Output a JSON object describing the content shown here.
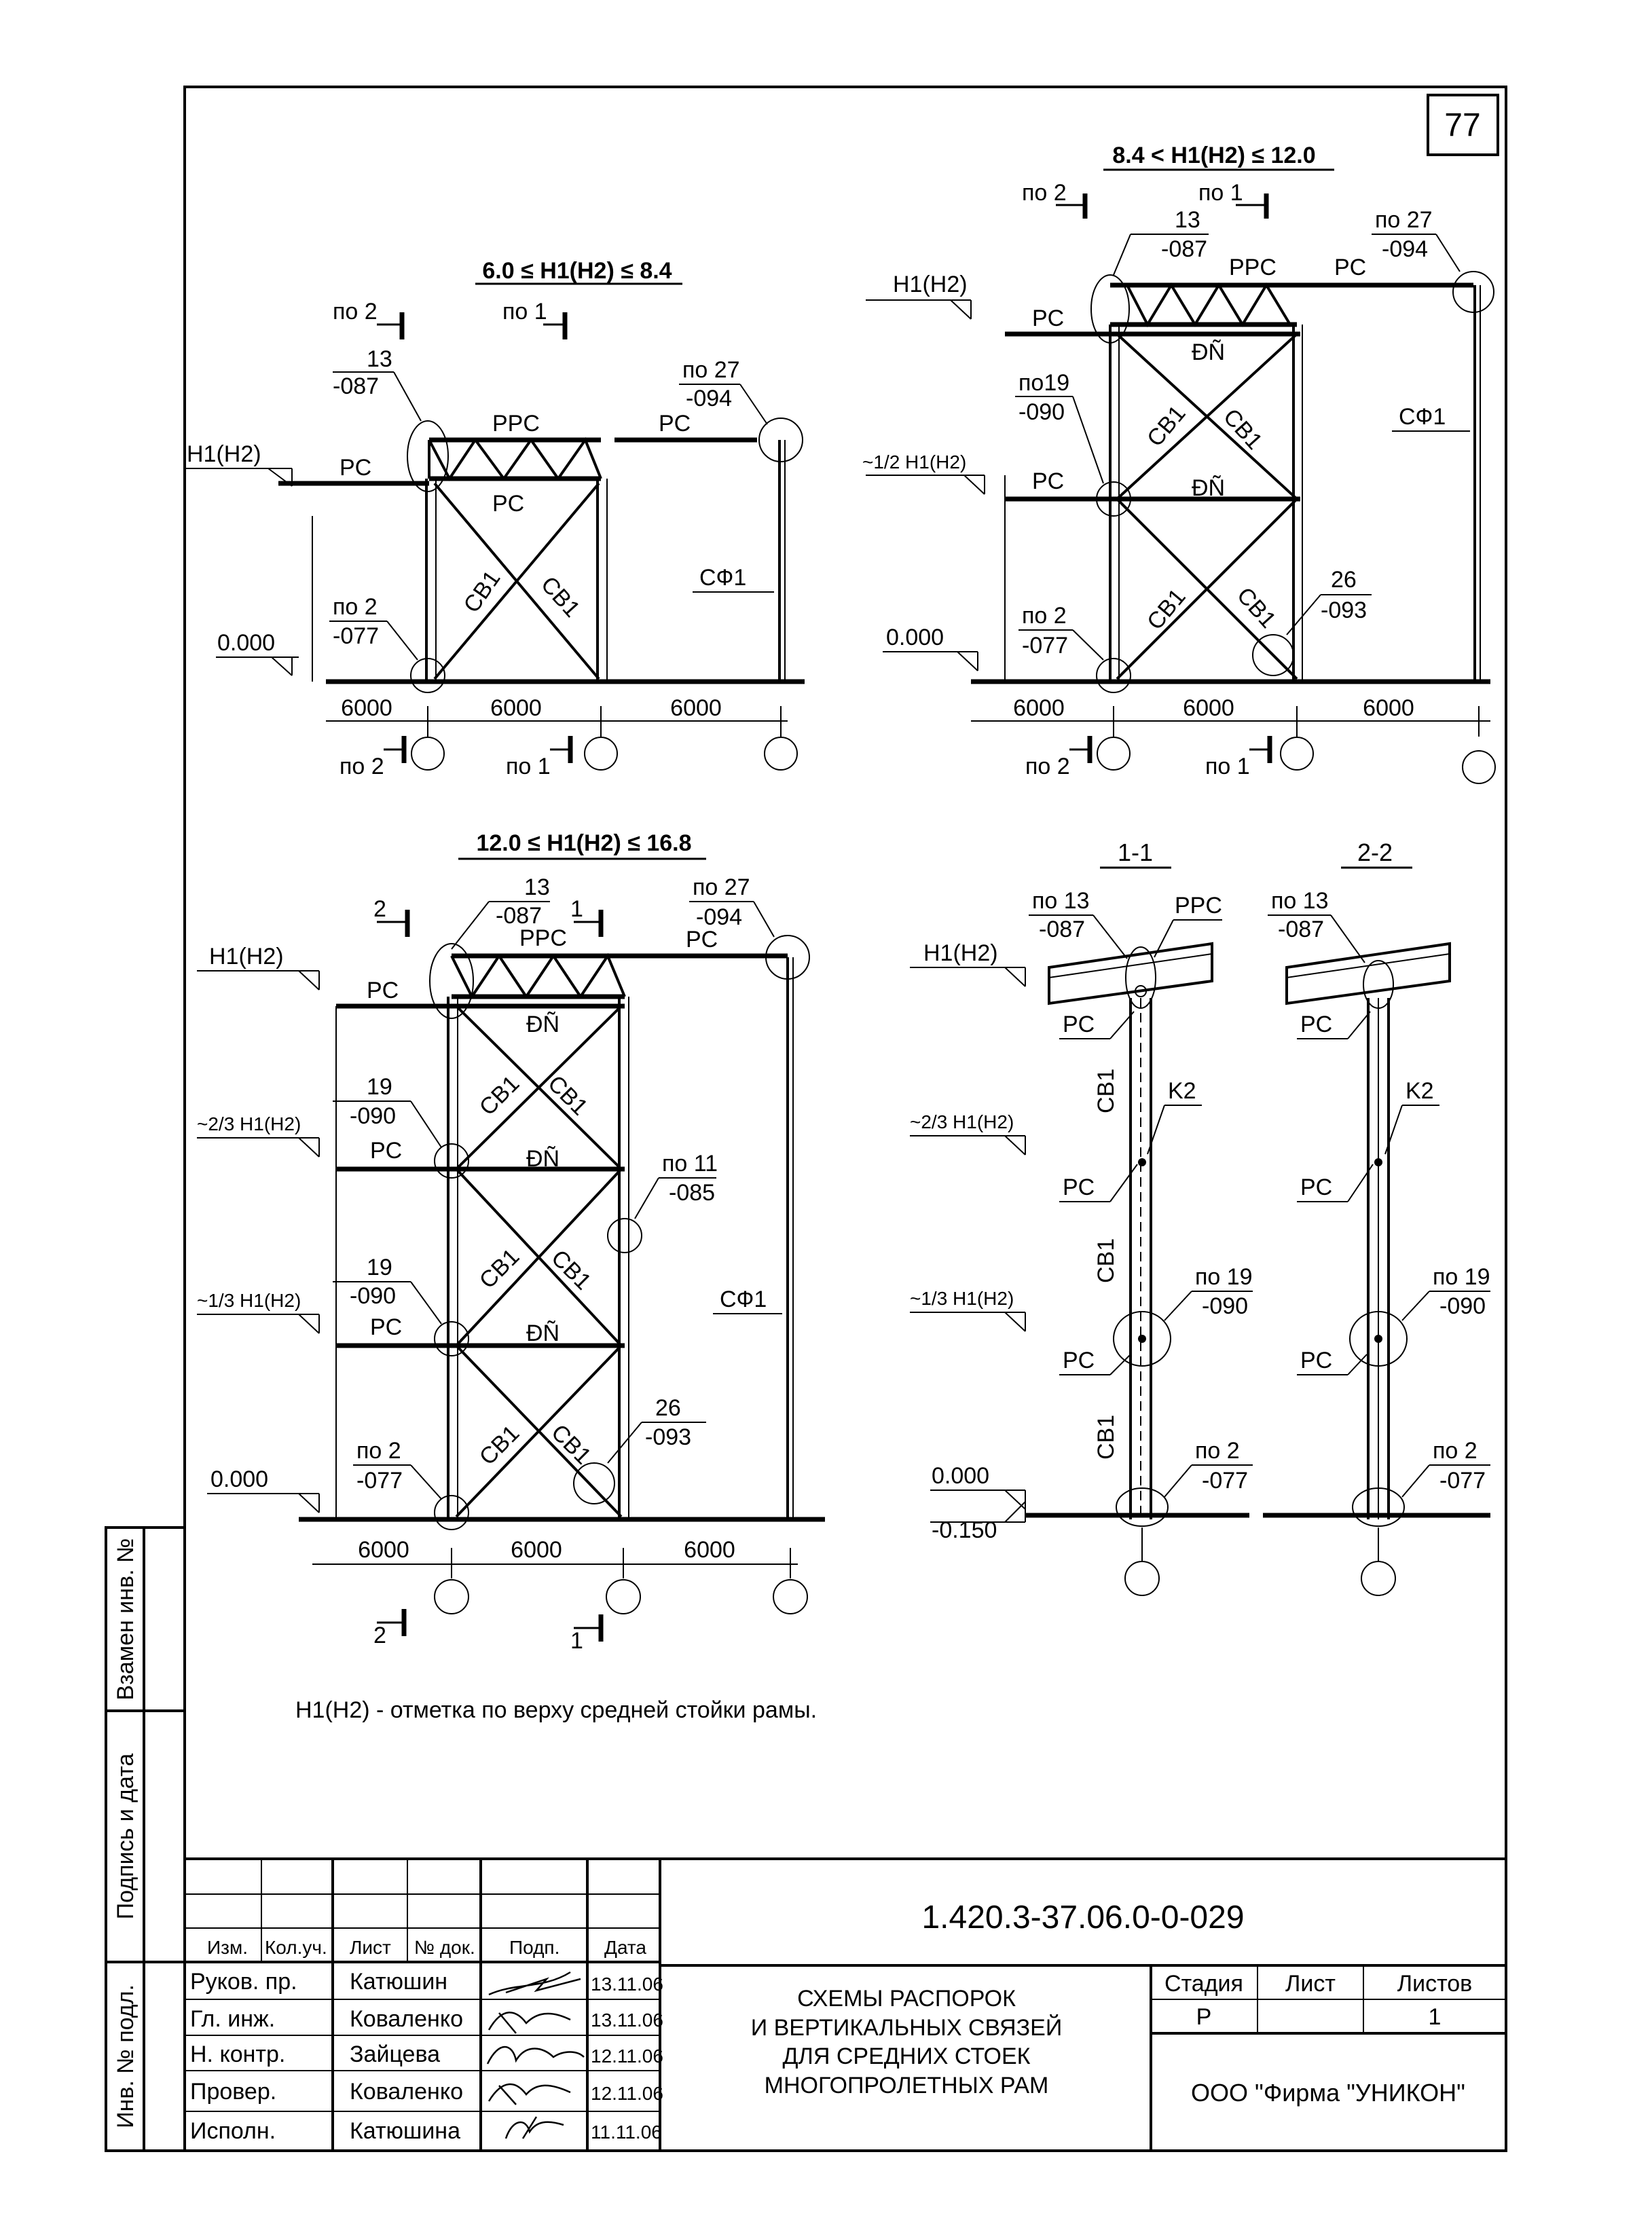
{
  "sheet": {
    "number": "77"
  },
  "labels": {
    "h1h2": "H1(H2)",
    "rs": "PC",
    "rrs": "PPC",
    "sv1": "CB1",
    "sf1": "CФ1",
    "k2": "K2",
    "rs_sup": "ĐÑ",
    "half_h": "~1/2 H1(H2)",
    "two_third_h": "~2/3 H1(H2)",
    "one_third_h": "~1/3 H1(H2)",
    "zero": "0.000",
    "minus150": "-0.150",
    "span": "6000"
  },
  "refs": {
    "po2": "по 2",
    "po1": "по 1",
    "po27": "по 27",
    "po13": "по 13",
    "po19": "по 19",
    "po19b": "по19",
    "po11": "по 11",
    "n13": "13",
    "n19": "19",
    "n26": "26",
    "n2": "2",
    "n1": "1",
    "m087": "-087",
    "m094": "-094",
    "m077": "-077",
    "m090": "-090",
    "m093": "-093",
    "m085": "-085"
  },
  "diagrams": {
    "d1_title": "6.0 ≤ H1(H2) ≤ 8.4",
    "d2_title": "8.4 < H1(H2) ≤ 12.0",
    "d3_title": "12.0 ≤ H1(H2) ≤ 16.8",
    "sec1_title": "1-1",
    "sec2_title": "2-2"
  },
  "note": "H1(H2) - отметка по верху средней стойки рамы.",
  "side_stamps": {
    "vzamen": "Взамен инв. №",
    "podpis": "Подпись и дата",
    "inv": "Инв. № подл."
  },
  "title_block": {
    "code": "1.420.3-37.06.0-0-029",
    "head": [
      "Изм.",
      "Кол.уч.",
      "Лист",
      "№ док.",
      "Подп.",
      "Дата"
    ],
    "rows": [
      {
        "role": "Руков. пр.",
        "name": "Катюшин",
        "date": "13.11.06"
      },
      {
        "role": "Гл. инж.",
        "name": "Коваленко",
        "date": "13.11.06"
      },
      {
        "role": "Н. контр.",
        "name": "Зайцева",
        "date": "12.11.06"
      },
      {
        "role": "Провер.",
        "name": "Коваленко",
        "date": "12.11.06"
      },
      {
        "role": "Исполн.",
        "name": "Катюшина",
        "date": "11.11.06"
      }
    ],
    "title_lines": [
      "СХЕМЫ  РАСПОРОК",
      "И ВЕРТИКАЛЬНЫХ СВЯЗЕЙ",
      "ДЛЯ СРЕДНИХ СТОЕК",
      "МНОГОПРОЛЕТНЫХ РАМ"
    ],
    "stage_head": "Стадия",
    "sheet_head": "Лист",
    "sheets_head": "Листов",
    "stage": "P",
    "sheets": "1",
    "company": "ООО  \"Фирма \"УНИКОН\""
  }
}
